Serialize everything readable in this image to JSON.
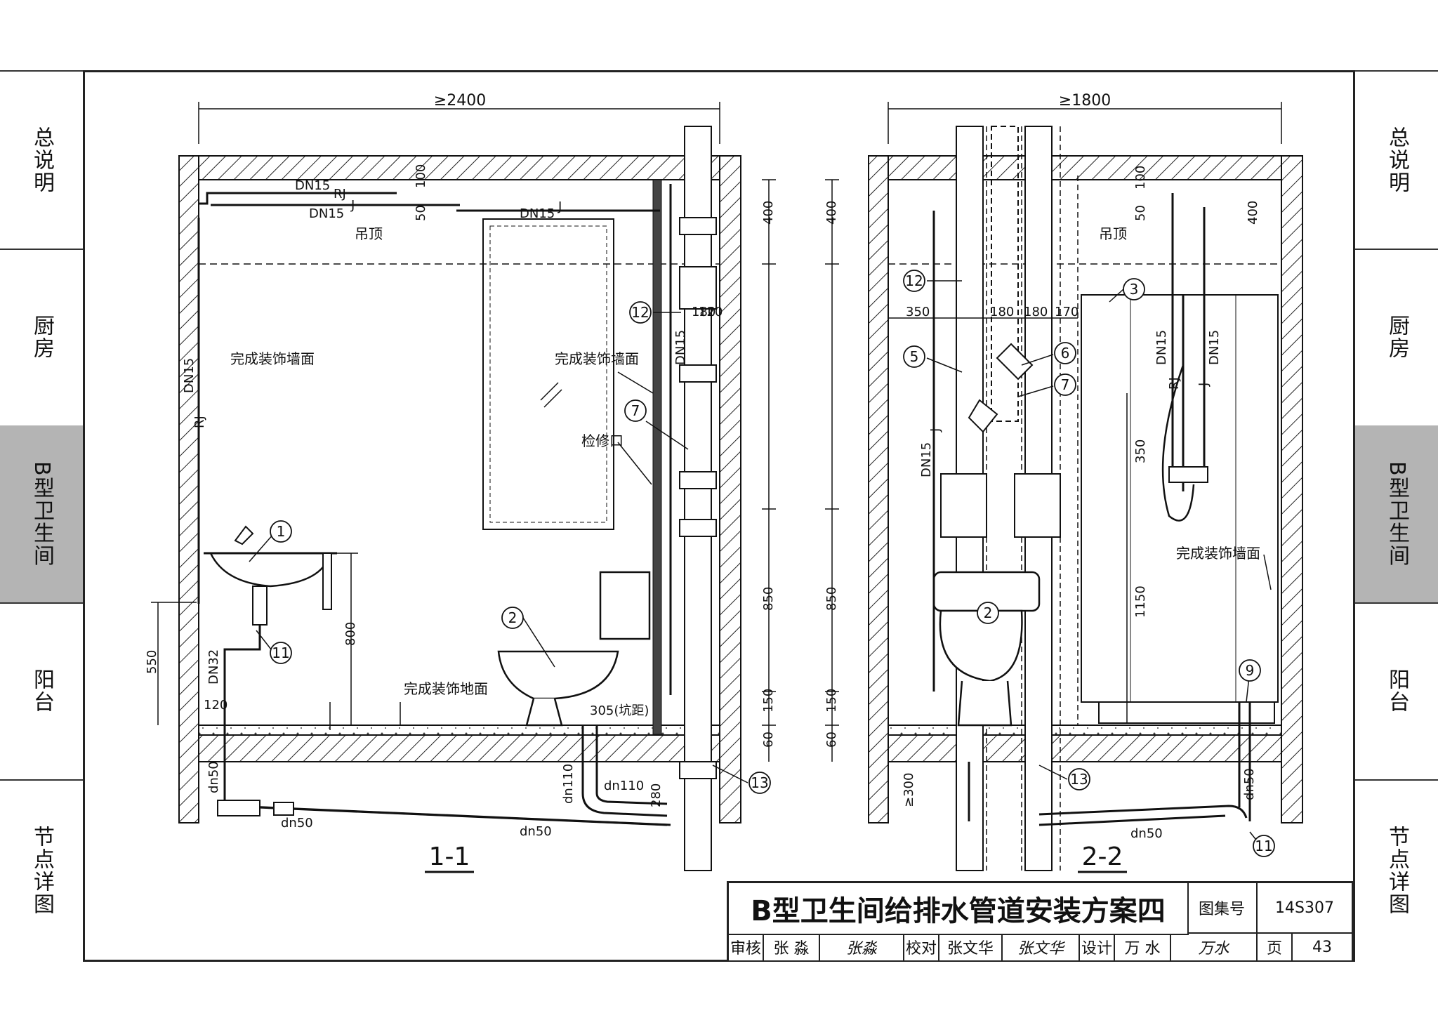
{
  "nav": {
    "left": [
      {
        "label": "总说明"
      },
      {
        "label": "厨房"
      },
      {
        "label": "B型卫生间",
        "active": true
      },
      {
        "label": "阳台"
      },
      {
        "label": "节点详图"
      }
    ],
    "right": [
      {
        "label": "总说明"
      },
      {
        "label": "厨房"
      },
      {
        "label": "B型卫生间",
        "active": true
      },
      {
        "label": "阳台"
      },
      {
        "label": "节点详图"
      }
    ]
  },
  "section1": {
    "width_dim": "≥2400",
    "title": "1-1",
    "labels": {
      "dn15_a": "DN15",
      "rj": "RJ",
      "j": "J",
      "dn15_b": "DN15",
      "dn15_c": "DN15",
      "j2": "J",
      "ceiling": "吊顶",
      "finish_wall_a": "完成装饰墙面",
      "finish_wall_b": "完成装饰墙面",
      "access": "检修口",
      "finish_floor": "完成装饰地面",
      "pit": "305(坑距)",
      "dn15_riser": "DN15",
      "rj_riser": "RJ",
      "dn15_right": "DN15",
      "dn32": "DN32",
      "dn50_a": "dn50",
      "dn50_b": "dn50",
      "dn50_c": "dn50",
      "dn110_a": "dn110",
      "dn110_b": "dn110"
    },
    "dims": {
      "d100": "100",
      "d50": "50",
      "d400": "400",
      "d180": "180",
      "d120": "120",
      "d850": "850",
      "d150": "150",
      "d60": "60",
      "d800": "800",
      "d550": "550",
      "d120b": "120",
      "d280": "280"
    },
    "callouts": [
      "12",
      "7",
      "1",
      "11",
      "2",
      "13"
    ]
  },
  "section2": {
    "width_dim": "≥1800",
    "title": "2-2",
    "labels": {
      "ceiling": "吊顶",
      "finish_wall": "完成装饰墙面",
      "dn15": "DN15",
      "j": "J",
      "dn15_a": "DN15",
      "dn15_b": "DN15",
      "rj": "RJ",
      "j2": "J",
      "dn50_a": "dn50",
      "dn50_b": "dn50"
    },
    "dims": {
      "d400a": "400",
      "d400b": "400",
      "d100": "100",
      "d50": "50",
      "d350": "350",
      "d180a": "180",
      "d180b": "180",
      "d170": "170",
      "d850": "850",
      "d150": "150",
      "d60": "60",
      "d300": "≥300",
      "d350b": "350",
      "d1150": "1150"
    },
    "callouts": [
      "12",
      "3",
      "5",
      "6",
      "7",
      "2",
      "9",
      "13",
      "11"
    ]
  },
  "titleblock": {
    "title": "B型卫生间给排水管道安装方案四",
    "atlas_label": "图集号",
    "atlas_no": "14S307",
    "page_label": "页",
    "page_no": "43",
    "review_label": "审核",
    "reviewer": "张 淼",
    "review_sig": "张淼",
    "check_label": "校对",
    "checker": "张文华",
    "check_sig": "张文华",
    "design_label": "设计",
    "designer": "万 水",
    "design_sig": "万水"
  }
}
